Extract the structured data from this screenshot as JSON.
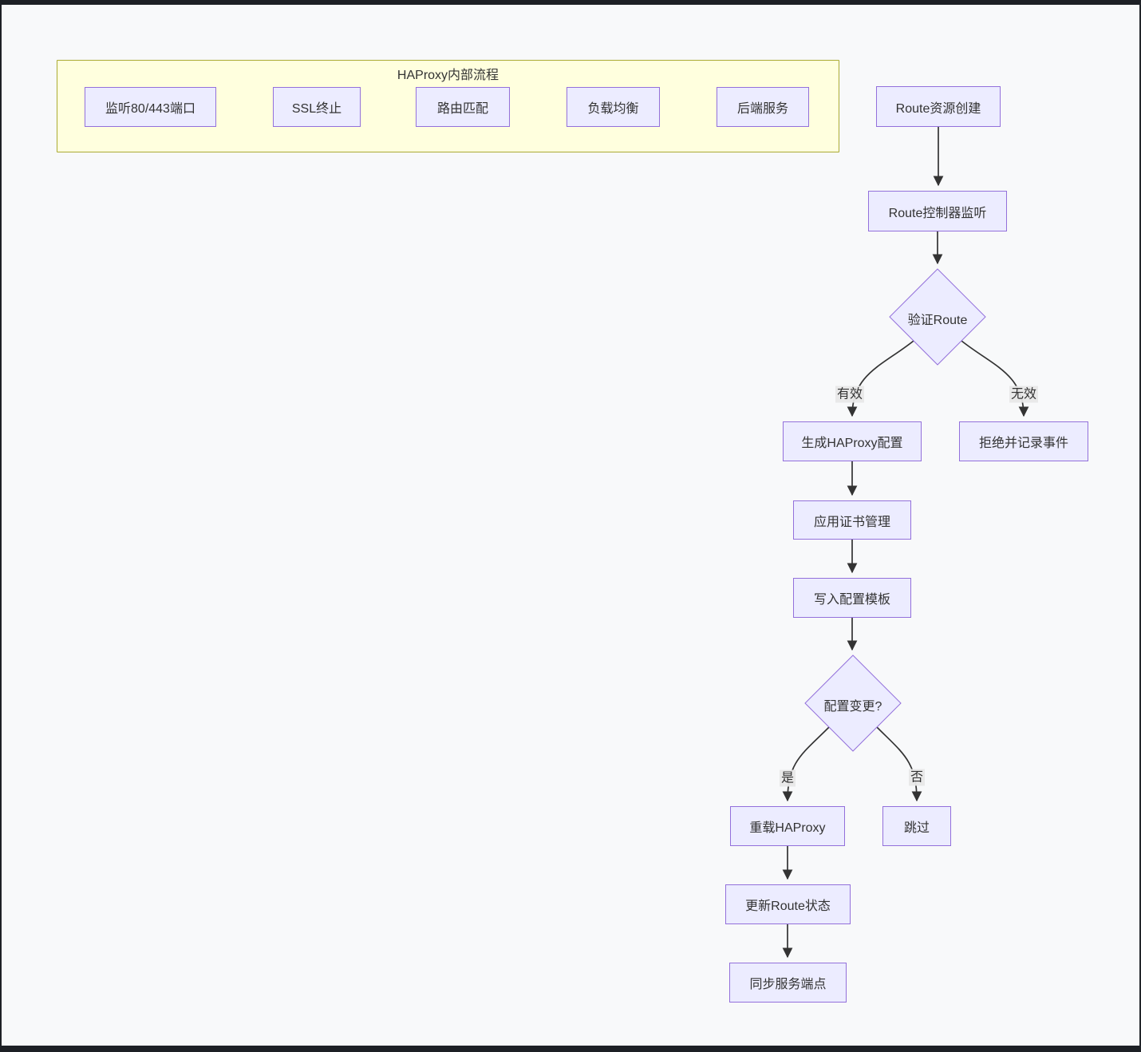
{
  "diagram": {
    "type": "flowchart",
    "colors": {
      "node_fill": "#ececff",
      "node_border": "#9370db",
      "subgraph_fill": "#ffffde",
      "subgraph_border": "#aaaa33",
      "edge_stroke": "#333333",
      "edge_label_bg": "#e8e8e8",
      "text": "#333333",
      "canvas_bg": "#f8f9fa",
      "frame": "#1d2025"
    },
    "subgraph": {
      "title": "HAProxy内部流程",
      "nodes": {
        "listen": {
          "label": "监听80/443端口"
        },
        "ssl": {
          "label": "SSL终止"
        },
        "route_match": {
          "label": "路由匹配"
        },
        "load_balance": {
          "label": "负载均衡"
        },
        "backend": {
          "label": "后端服务"
        }
      }
    },
    "nodes": {
      "create": {
        "label": "Route资源创建"
      },
      "controller": {
        "label": "Route控制器监听"
      },
      "validate": {
        "label": "验证Route",
        "shape": "diamond"
      },
      "gen_config": {
        "label": "生成HAProxy配置"
      },
      "reject": {
        "label": "拒绝并记录事件"
      },
      "cert": {
        "label": "应用证书管理"
      },
      "template": {
        "label": "写入配置模板"
      },
      "change": {
        "label": "配置变更?",
        "shape": "diamond"
      },
      "reload": {
        "label": "重载HAProxy"
      },
      "skip": {
        "label": "跳过"
      },
      "update_status": {
        "label": "更新Route状态"
      },
      "sync_endpoints": {
        "label": "同步服务端点"
      }
    },
    "edge_labels": {
      "valid": {
        "label": "有效"
      },
      "invalid": {
        "label": "无效"
      },
      "yes": {
        "label": "是"
      },
      "no": {
        "label": "否"
      }
    }
  }
}
